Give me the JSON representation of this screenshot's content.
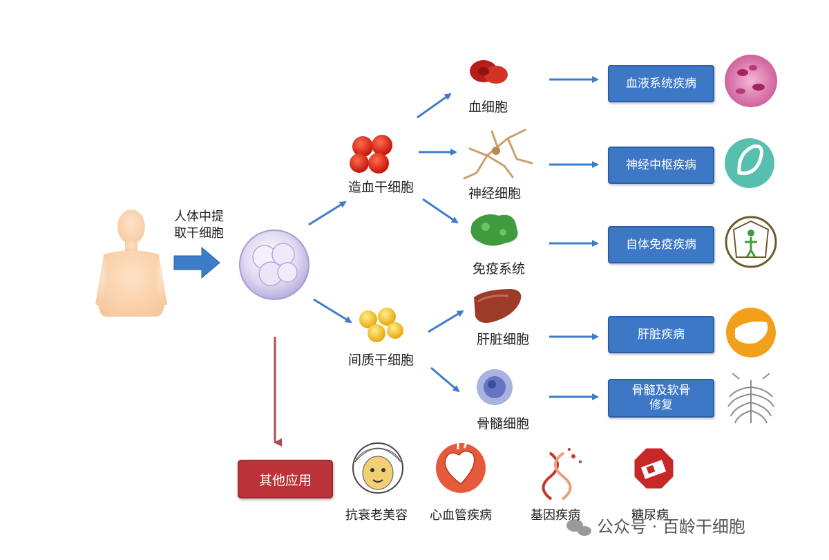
{
  "extract_label": [
    "人体中提",
    "取干细胞"
  ],
  "stem_cells": {
    "hematopoietic": "造血干细胞",
    "mesenchymal": "间质干细胞"
  },
  "cell_types": {
    "blood": "血细胞",
    "nerve": "神经细胞",
    "immune": "免疫系统",
    "liver": "肝脏细胞",
    "bone_marrow": "骨髓细胞"
  },
  "diseases": {
    "blood": "血液系统疾病",
    "nerve": "神经中枢疾病",
    "immune": "自体免疫疾病",
    "liver": "肝脏疾病",
    "bone": [
      "骨髓及软骨",
      "修复"
    ]
  },
  "other_applications": {
    "label": "其他应用",
    "items": [
      {
        "label": "抗衰老美容",
        "icon": "anti-aging-face-icon"
      },
      {
        "label": "心血管疾病",
        "icon": "heart-icon"
      },
      {
        "label": "基因疾病",
        "icon": "dna-icon"
      },
      {
        "label": "糖尿病",
        "icon": "diabetes-icon"
      }
    ]
  },
  "watermark": "公众号 · 百龄干细胞",
  "colors": {
    "arrow_blue": "#3d7cc9",
    "box_blue": "#3d78c6",
    "other_red": "#bb3238",
    "arrow_red": "#b24b50"
  }
}
